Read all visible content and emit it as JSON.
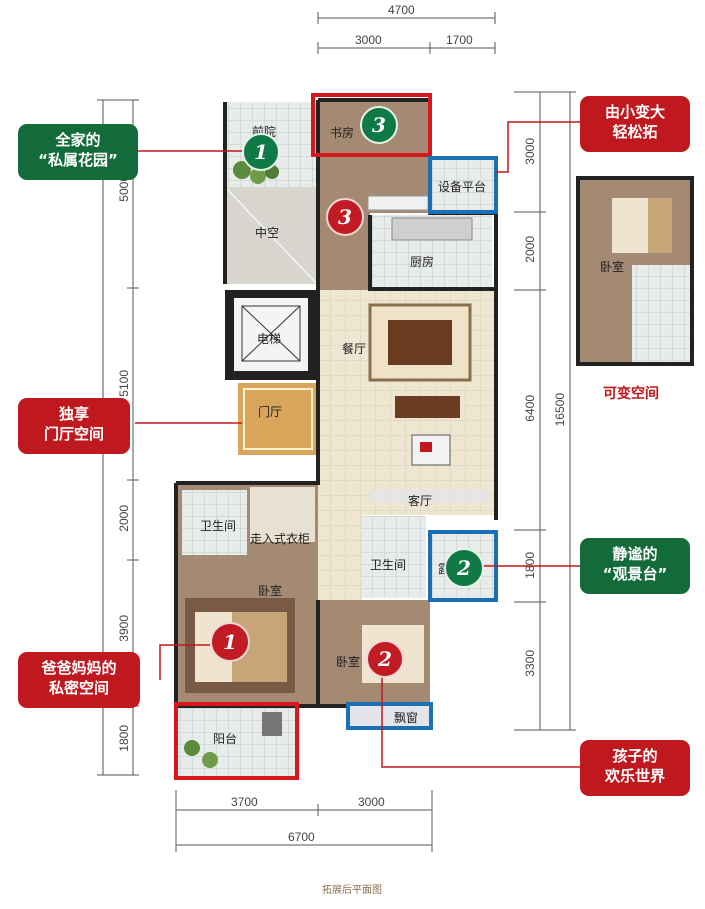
{
  "dims": {
    "top_total": "4700",
    "top_left": "3000",
    "top_right": "1700",
    "left_1": "5000",
    "left_2": "5100",
    "left_3": "2000",
    "left_4": "3900",
    "left_5": "1800",
    "right_1": "3000",
    "right_2": "2000",
    "right_3": "6400",
    "right_total": "16500",
    "right_4": "1800",
    "right_5": "3300",
    "bottom_left": "3700",
    "bottom_right": "3000",
    "bottom_total": "6700"
  },
  "rooms": {
    "garden": "前院",
    "void": "中空",
    "study": "书房",
    "equipment": "设备平台",
    "kitchen": "厨房",
    "elevator": "电梯",
    "dining": "餐厅",
    "foyer": "门厅",
    "living": "客厅",
    "bath1": "卫生间",
    "walkin": "走入式衣柜",
    "master": "卧室",
    "bath2": "卫生间",
    "view": "露台",
    "child": "卧室",
    "bay": "飘窗",
    "balcony": "阳台",
    "alt_bedroom": "卧室"
  },
  "badges": [
    "1",
    "3",
    "3",
    "2",
    "1",
    "2"
  ],
  "callouts": {
    "garden": [
      "全家的",
      "“私属花园”"
    ],
    "flex": [
      "由小变大",
      "轻松拓"
    ],
    "foyer": [
      "独享",
      "门厅空间"
    ],
    "view": [
      "静谧的",
      "“观景台”"
    ],
    "parents": [
      "爸爸妈妈的",
      "私密空间"
    ],
    "kids": [
      "孩子的",
      "欢乐世界"
    ]
  },
  "variable_space_label": "可变空间",
  "caption": "拓展后平面图",
  "colors": {
    "green": "#136b3a",
    "red": "#c0181f",
    "highlight_red": "#d8161c",
    "highlight_blue": "#1a6fb5"
  }
}
